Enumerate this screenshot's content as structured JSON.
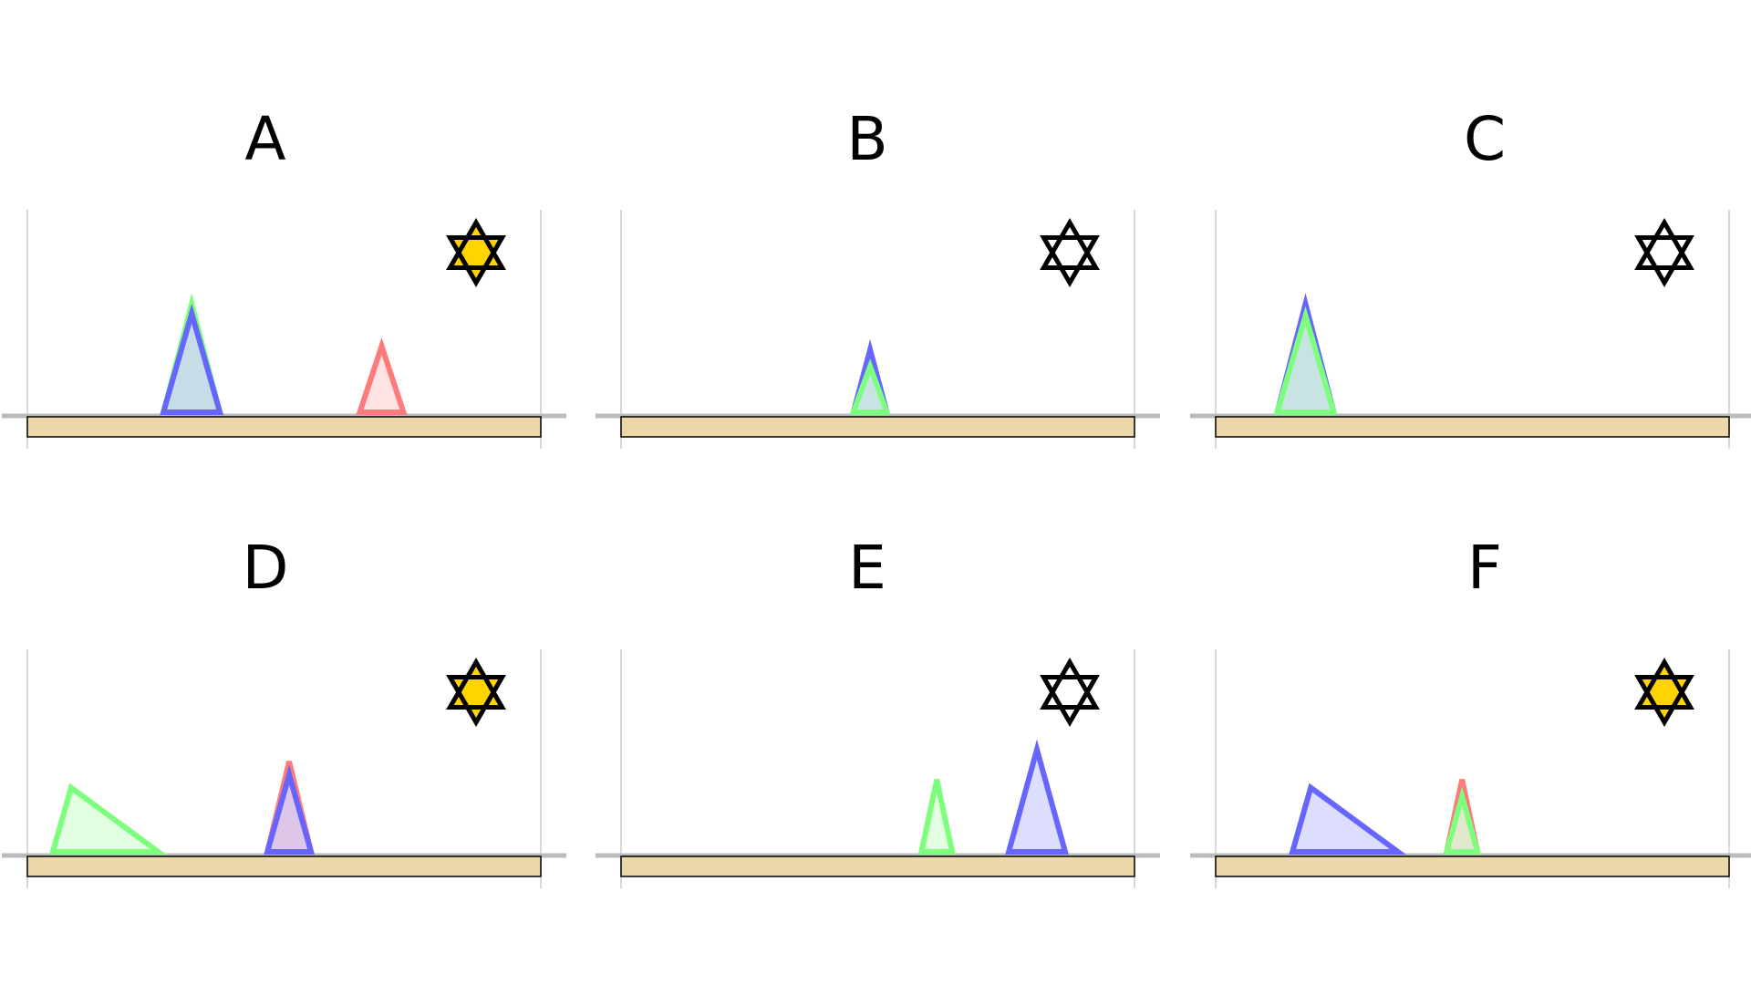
{
  "colors": {
    "red": "#ff7a7a",
    "green": "#7dff7d",
    "blue": "#6666ff",
    "floor": "#ecd7a8",
    "star_filled": "#ffd400"
  },
  "panels": [
    {
      "label": "A",
      "star_filled": true,
      "shapes": [
        {
          "color": "green",
          "kind": "triangle",
          "pos": 0.32,
          "height": 0.9,
          "width": 0.11,
          "raised": true
        },
        {
          "color": "blue",
          "kind": "triangle",
          "pos": 0.32,
          "height": 0.82,
          "width": 0.11,
          "raised": false
        },
        {
          "color": "red",
          "kind": "triangle",
          "pos": 0.69,
          "height": 0.55,
          "width": 0.085,
          "raised": false
        }
      ]
    },
    {
      "label": "B",
      "star_filled": false,
      "shapes": [
        {
          "color": "blue",
          "kind": "triangle",
          "pos": 0.485,
          "height": 0.52,
          "width": 0.065,
          "raised": true
        },
        {
          "color": "green",
          "kind": "triangle",
          "pos": 0.485,
          "height": 0.38,
          "width": 0.065,
          "raised": false
        }
      ]
    },
    {
      "label": "C",
      "star_filled": false,
      "shapes": [
        {
          "color": "blue",
          "kind": "triangle",
          "pos": 0.175,
          "height": 0.9,
          "width": 0.11,
          "raised": true
        },
        {
          "color": "green",
          "kind": "triangle",
          "pos": 0.175,
          "height": 0.8,
          "width": 0.11,
          "raised": false
        }
      ]
    },
    {
      "label": "D",
      "star_filled": true,
      "shapes": [
        {
          "color": "green",
          "kind": "wedge",
          "pos": 0.17,
          "height": 0.58,
          "width": 0.17,
          "raised": false
        },
        {
          "color": "red",
          "kind": "triangle",
          "pos": 0.51,
          "height": 0.75,
          "width": 0.085,
          "raised": true
        },
        {
          "color": "blue",
          "kind": "triangle",
          "pos": 0.51,
          "height": 0.64,
          "width": 0.085,
          "raised": false
        }
      ]
    },
    {
      "label": "E",
      "star_filled": false,
      "shapes": [
        {
          "color": "green",
          "kind": "triangle",
          "pos": 0.615,
          "height": 0.6,
          "width": 0.06,
          "raised": true
        },
        {
          "color": "blue",
          "kind": "triangle",
          "pos": 0.81,
          "height": 0.85,
          "width": 0.11,
          "raised": false
        }
      ]
    },
    {
      "label": "F",
      "star_filled": true,
      "shapes": [
        {
          "color": "blue",
          "kind": "wedge",
          "pos": 0.27,
          "height": 0.58,
          "width": 0.17,
          "raised": false
        },
        {
          "color": "red",
          "kind": "triangle",
          "pos": 0.48,
          "height": 0.6,
          "width": 0.06,
          "raised": true
        },
        {
          "color": "green",
          "kind": "triangle",
          "pos": 0.48,
          "height": 0.46,
          "width": 0.06,
          "raised": false
        }
      ]
    }
  ]
}
